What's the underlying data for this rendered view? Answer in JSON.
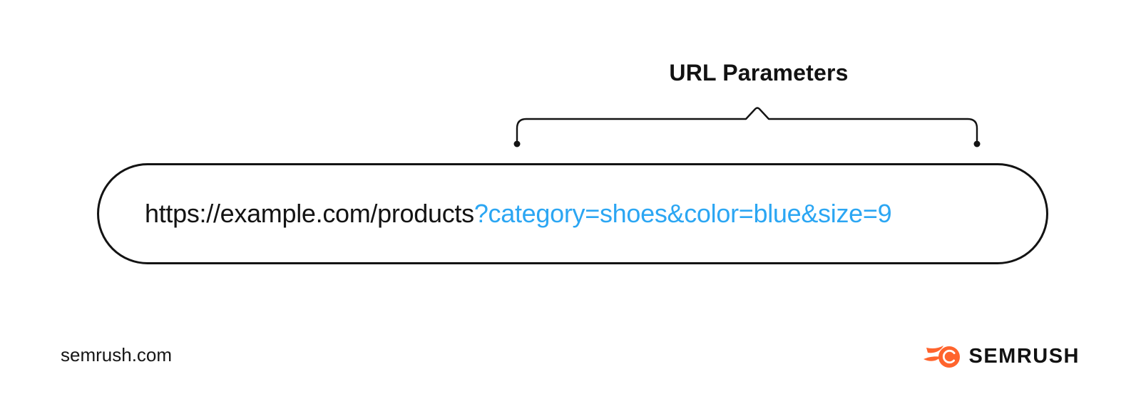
{
  "annotation": {
    "title": "URL Parameters",
    "brace_color": "#131313"
  },
  "url_bar": {
    "base": "https://example.com/products",
    "params": "?category=shoes&color=blue&size=9",
    "params_color": "#2BA6F3",
    "border_color": "#131313"
  },
  "footer": {
    "site": "semrush.com",
    "brand": "SEMRUSH",
    "brand_icon": "semrush-fireball-icon",
    "brand_orange": "#FF642D"
  }
}
